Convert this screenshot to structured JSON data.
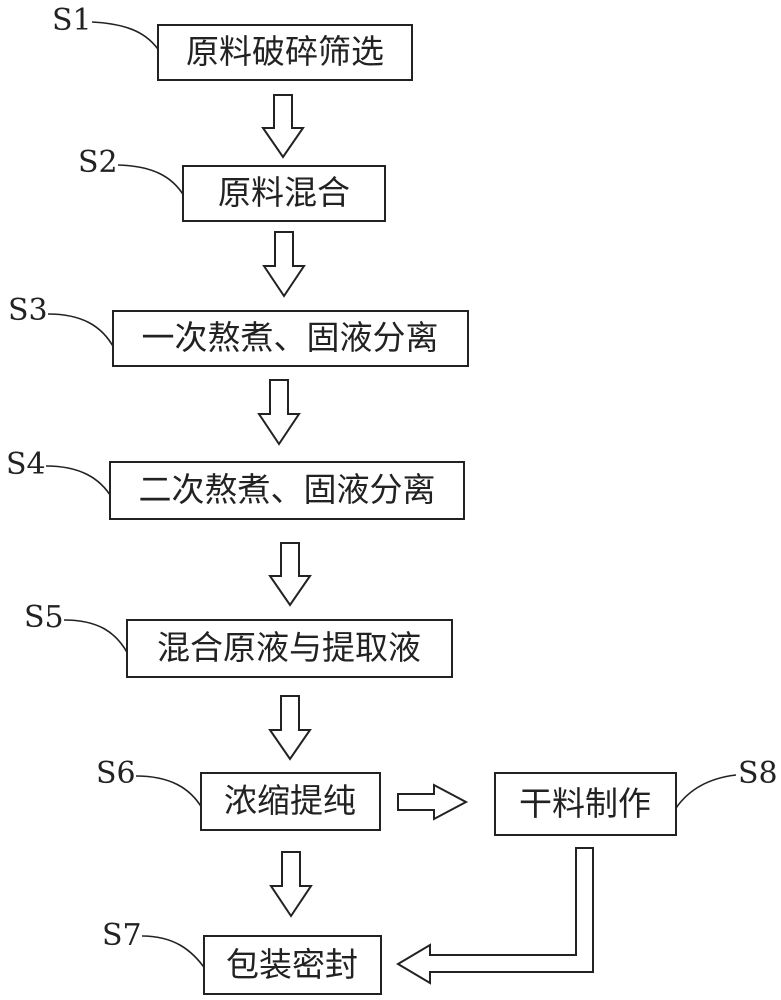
{
  "steps": [
    {
      "id": "S1",
      "text": "原料破碎筛选"
    },
    {
      "id": "S2",
      "text": "原料混合"
    },
    {
      "id": "S3",
      "text": "一次熬煮、固液分离"
    },
    {
      "id": "S4",
      "text": "二次熬煮、固液分离"
    },
    {
      "id": "S5",
      "text": "混合原液与提取液"
    },
    {
      "id": "S6",
      "text": "浓缩提纯"
    },
    {
      "id": "S7",
      "text": "包装密封"
    },
    {
      "id": "S8",
      "text": "干料制作"
    }
  ]
}
